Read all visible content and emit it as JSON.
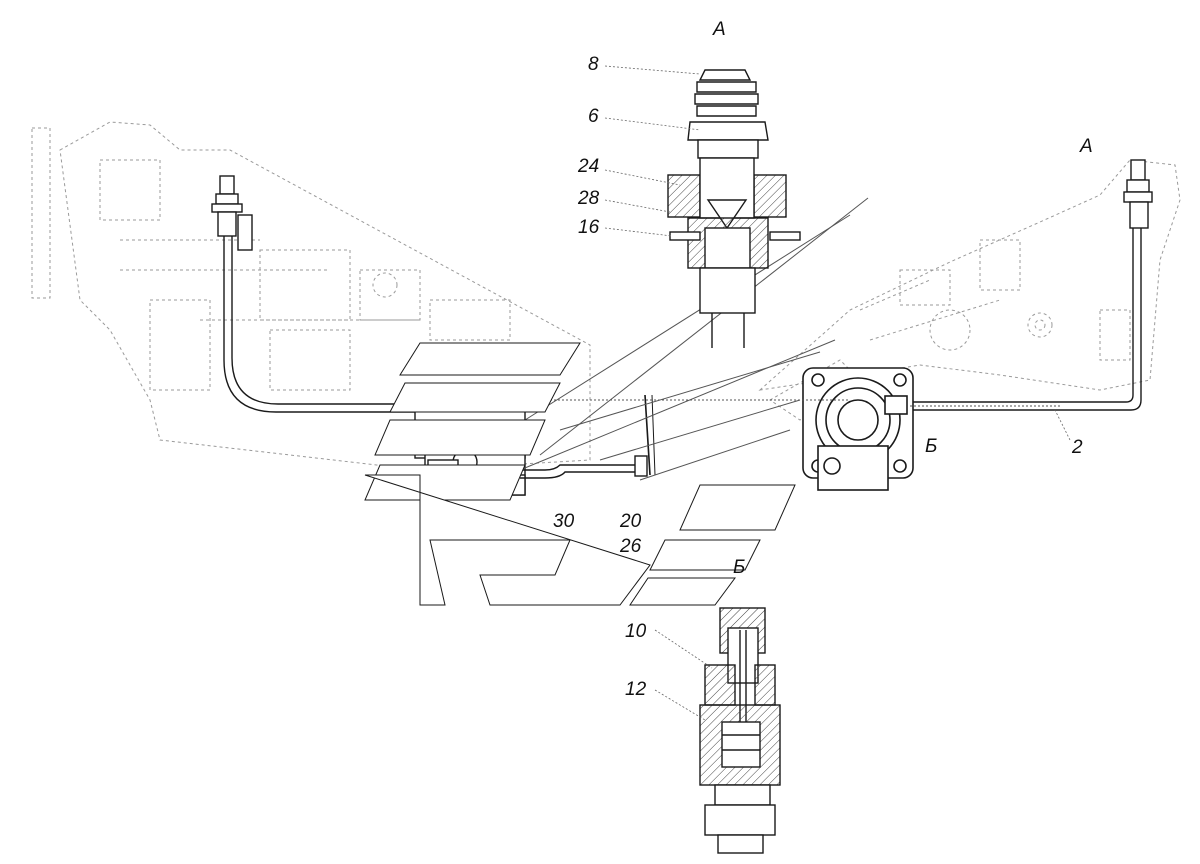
{
  "view_labels": {
    "a_top": "А",
    "a_right": "А",
    "b_right": "Б",
    "b_center": "Б"
  },
  "callouts": {
    "c8": "8",
    "c6": "6",
    "c24": "24",
    "c28": "28",
    "c16": "16",
    "c30": "30",
    "c20": "20",
    "c26": "26",
    "c2": "2",
    "c10": "10",
    "c12": "12"
  },
  "colors": {
    "line": "#1a1a1a",
    "faint": "#8a8a8a",
    "hatch": "#555555"
  }
}
